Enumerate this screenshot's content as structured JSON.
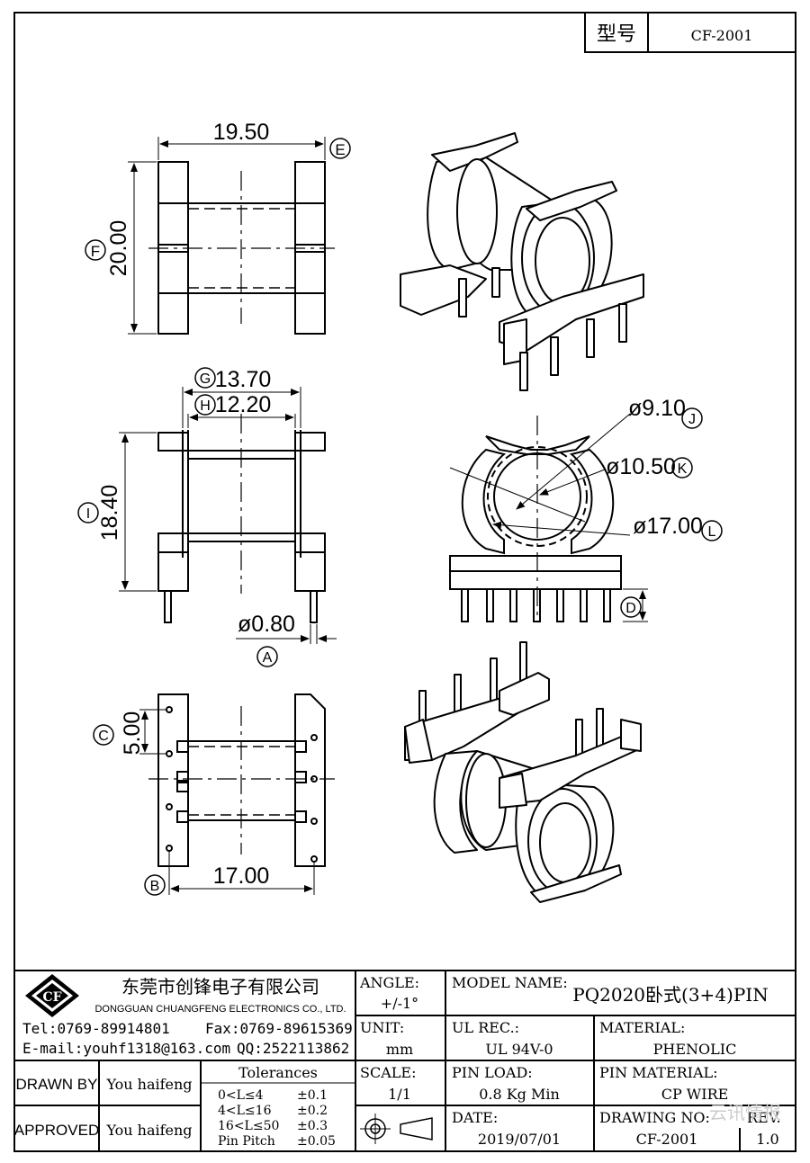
{
  "header": {
    "model_label": "型号",
    "model_value": "CF-2001"
  },
  "dimensions": {
    "width_top": "19.50",
    "tag_e": "E",
    "height_top": "20.00",
    "tag_f": "F",
    "width_outer": "13.70",
    "tag_g": "G",
    "width_inner": "12.20",
    "tag_h": "H",
    "height_side": "18.40",
    "tag_i": "I",
    "pin_dia": "ø0.80",
    "tag_a": "A",
    "bore_dia": "ø9.10",
    "tag_j": "J",
    "inner_dia": "ø10.50",
    "tag_k": "K",
    "flange_dia": "ø17.00",
    "tag_l": "L",
    "tag_d": "D",
    "pin_pitch": "5.00",
    "tag_c": "C",
    "row_span": "17.00",
    "tag_b": "B"
  },
  "title_block": {
    "company_cn": "东莞市创锋电子有限公司",
    "company_en": "DONGGUAN CHUANGFENG ELECTRONICS CO., LTD.",
    "logo_text": "CF",
    "tel": "Tel:0769-89914801",
    "fax": "Fax:0769-89615369",
    "email": "E-mail:youhf1318@163.com",
    "qq": "QQ:2522113862",
    "angle_label": "ANGLE:",
    "angle_value": "+/-1°",
    "unit_label": "UNIT:",
    "unit_value": "mm",
    "scale_label": "SCALE:",
    "scale_value": "1/1",
    "model_name_label": "MODEL NAME:",
    "model_name_value": "PQ2020卧式(3+4)PIN",
    "ul_label": "UL REC.:",
    "ul_value": "UL 94V-0",
    "material_label": "MATERIAL:",
    "material_value": "PHENOLIC",
    "pin_load_label": "PIN LOAD:",
    "pin_load_value": "0.8 Kg Min",
    "pin_material_label": "PIN MATERIAL:",
    "pin_material_value": "CP WIRE",
    "date_label": "DATE:",
    "date_value": "2019/07/01",
    "drawing_no_label": "DRAWING NO:",
    "drawing_no_value": "CF-2001",
    "rev_label": "REV.",
    "rev_value": "1.0",
    "drawn_by_label": "DRAWN BY",
    "drawn_by_value": "You haifeng",
    "approved_label": "APPROVED",
    "approved_value": "You haifeng",
    "tolerances_title": "Tolerances",
    "tol_rows": [
      {
        "range": "0<L≤4",
        "tol": "±0.1"
      },
      {
        "range": "4<L≤16",
        "tol": "±0.2"
      },
      {
        "range": "16<L≤50",
        "tol": "±0.3"
      },
      {
        "range": "Pin Pitch",
        "tol": "±0.05"
      }
    ],
    "watermark": "云讯情报"
  }
}
